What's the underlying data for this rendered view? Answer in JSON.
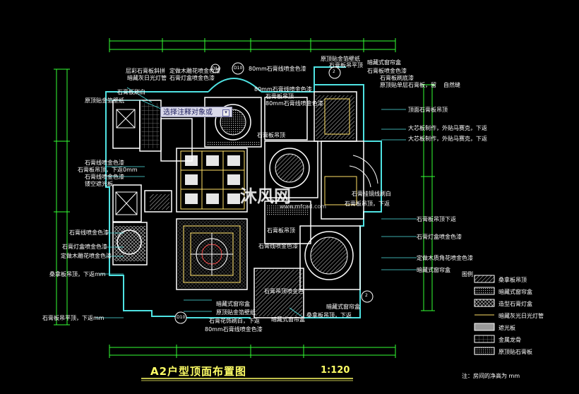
{
  "tooltip": {
    "text": "选择注释对象或",
    "button": "▾"
  },
  "title": {
    "main": "A2户型顶面布置图",
    "scale": "1:120"
  },
  "note": "注：房间的净高为        mm",
  "watermark": {
    "main": "沐风网",
    "sub": "www.mfcad.com"
  },
  "legend": {
    "title": "图例",
    "items": [
      {
        "label": "桑拿板吊顶",
        "pattern": "hatch"
      },
      {
        "label": "暗藏式窗帘盒",
        "pattern": "dots"
      },
      {
        "label": "造型石膏灯盒",
        "pattern": "cross"
      },
      {
        "label": "暗藏灰光日光灯管",
        "pattern": "line"
      },
      {
        "label": "遮光板",
        "pattern": "solid"
      },
      {
        "label": "金属龙骨",
        "pattern": "grid"
      },
      {
        "label": "原顶贴石膏板",
        "pattern": "fine"
      }
    ]
  },
  "tags": [
    "D10",
    "D10",
    "2",
    "2",
    "D10"
  ],
  "annotations": [
    "层彩石膏板斜拼",
    "定做木雕花喷金色漆",
    "暗藏灰日光灯管",
    "石膏灯盒喷金色漆",
    "80mm石膏线喷金色漆",
    "原顶贴金箔壁纸",
    "石膏板吊平顶",
    "暗藏式窗帘盒",
    "石膏板喷金色漆",
    "石膏板刷底漆",
    "原顶贴单层石膏板，留",
    "自然缝",
    "石膏板刷白",
    "原顶贴金箔壁纸",
    "80mm石膏线喷金色漆",
    "石膏板吊顶",
    "80mm石膏线喷金色漆",
    "石膏板吊顶",
    "顶面石膏板吊顶",
    "大芯板制作，外贴马赛克，下返",
    "大芯板制作，外贴马赛克，下返",
    "石膏线喷金色漆",
    "石膏板吊顶，下返0mm",
    "石膏线喷金色漆",
    "镂空遮光板",
    "石膏挂镜线刷白",
    "石膏板吊顶，下返",
    "石膏板吊顶下返",
    "石膏灯盒喷金色漆",
    "石膏线喷金色漆",
    "石膏板吊顶",
    "石膏灯盒喷金色漆",
    "定做木雕花喷金色漆",
    "石膏线喷金色漆",
    "定做木质角花喷金色漆",
    "暗藏式窗帘盒",
    "桑拿板吊顶，下返mm",
    "石膏板吊平顶，下返mm",
    "石膏吊顶喷金色",
    "暗藏式窗帘盒",
    "原顶贴金箔壁纸",
    "石膏花饰刷白，下返",
    "80mm石膏线喷金色漆",
    "暗藏式窗帘盒",
    "桑拿板吊顶，下返",
    "暗藏式窗帘盒"
  ]
}
